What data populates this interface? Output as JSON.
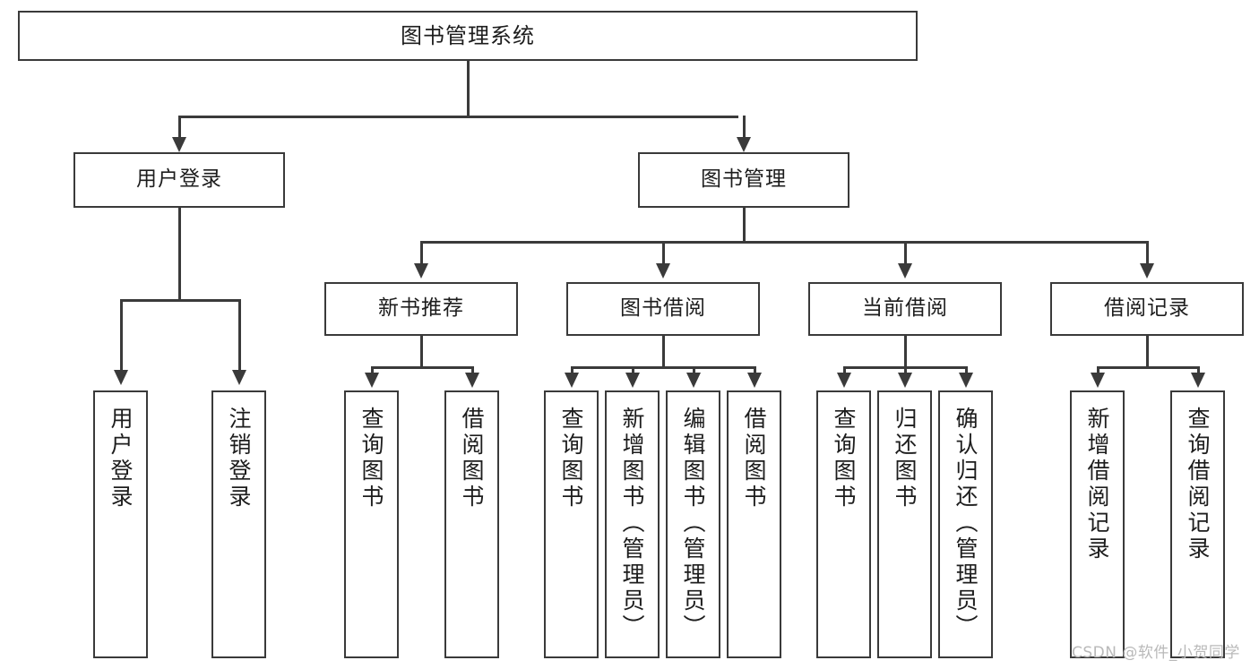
{
  "diagram": {
    "title": "图书管理系统",
    "type": "functional-structure-tree",
    "root": {
      "label": "图书管理系统"
    },
    "level2": [
      {
        "label": "用户登录"
      },
      {
        "label": "图书管理"
      }
    ],
    "level3": [
      {
        "label": "新书推荐"
      },
      {
        "label": "图书借阅"
      },
      {
        "label": "当前借阅"
      },
      {
        "label": "借阅记录"
      }
    ],
    "leaves": {
      "user_login": [
        {
          "label": "用户登录"
        },
        {
          "label": "注销登录"
        }
      ],
      "new_book_recommend": [
        {
          "label": "查询图书"
        },
        {
          "label": "借阅图书"
        }
      ],
      "book_borrow": [
        {
          "label": "查询图书"
        },
        {
          "label": "新增图书（管理员）"
        },
        {
          "label": "编辑图书（管理员）"
        },
        {
          "label": "借阅图书"
        }
      ],
      "current_borrow": [
        {
          "label": "查询图书"
        },
        {
          "label": "归还图书"
        },
        {
          "label": "确认归还（管理员）"
        }
      ],
      "borrow_record": [
        {
          "label": "新增借阅记录"
        },
        {
          "label": "查询借阅记录"
        }
      ]
    }
  },
  "colors": {
    "stroke": "#3a3a3a",
    "fill": "#ffffff",
    "text": "#1d1d1d",
    "watermark": "#b9b9b9"
  },
  "watermark": {
    "text": "CSDN @软件_小贺同学"
  }
}
